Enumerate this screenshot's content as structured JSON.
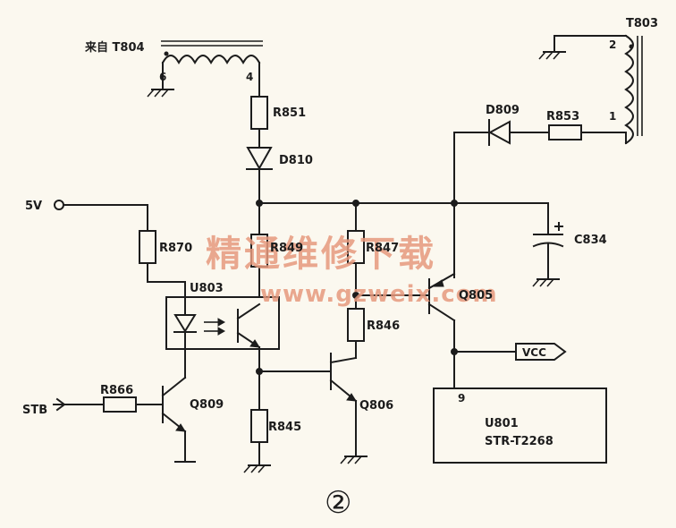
{
  "labels": {
    "from_t804": "来自 T804",
    "t804_pin6": "6",
    "t804_pin4": "4",
    "t803": "T803",
    "t803_pin2": "2",
    "t803_pin1": "1",
    "r851": "R851",
    "d810": "D810",
    "d809": "D809",
    "r853": "R853",
    "c834": "C834",
    "five_v": "5V",
    "r870": "R870",
    "r849": "R849",
    "r847": "R847",
    "q805": "Q805",
    "u803": "U803",
    "r846": "R846",
    "vcc": "VCC",
    "stb": "STB",
    "r866": "R866",
    "q809": "Q809",
    "r845": "R845",
    "q806": "Q806",
    "u801_pin9": "9",
    "u801_name": "U801",
    "u801_part": "STR-T2268",
    "figure_number": "②"
  },
  "watermark": {
    "chinese": "精通维修下载",
    "url": "www.gzweix.com",
    "color": "#e79a7e"
  },
  "colors": {
    "ink": "#1c1c1c",
    "paper": "#fbf8ef"
  }
}
